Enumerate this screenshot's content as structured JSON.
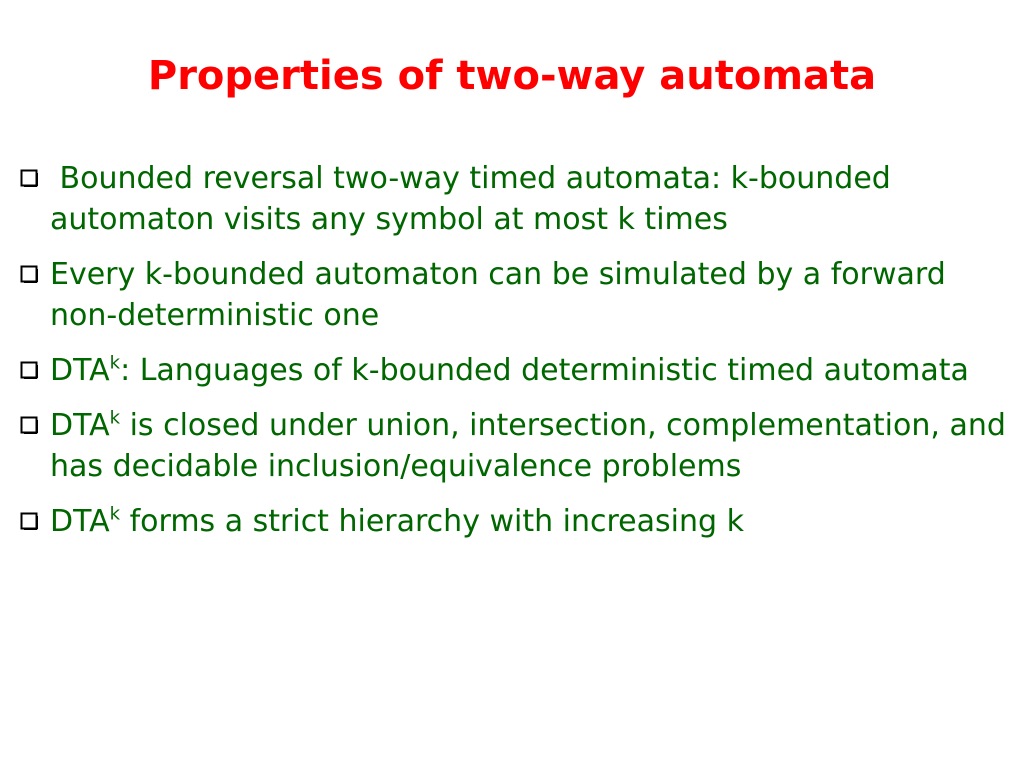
{
  "slide": {
    "title": "Properties of two-way automata",
    "colors": {
      "title": "#ff0000",
      "body": "#006600",
      "background": "#ffffff"
    },
    "bullet_icon": "hollow-square-bullet-icon",
    "bullets": [
      {
        "text": "Bounded reversal two-way timed automata: k-bounded automaton visits any symbol at most k times"
      },
      {
        "text": "Every k-bounded automaton can be simulated by a forward non-deterministic one"
      },
      {
        "prefix": "DTA",
        "sup": "k",
        "text": ": Languages of k-bounded deterministic timed automata"
      },
      {
        "prefix": "DTA",
        "sup": "k",
        "text": " is closed under union, intersection, complementation, and has decidable inclusion/equivalence problems"
      },
      {
        "prefix": "DTA",
        "sup": "k",
        "text": " forms a strict hierarchy with increasing k"
      }
    ]
  }
}
